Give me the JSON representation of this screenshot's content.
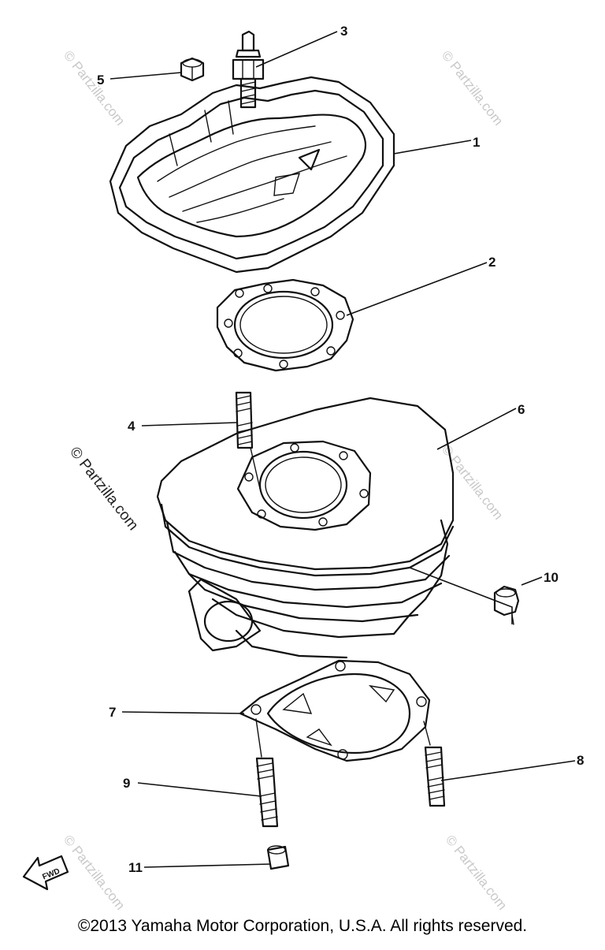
{
  "watermarks": [
    "© Partzilla.com",
    "© Partzilla.com",
    "© Partzilla.com",
    "© Partzilla.com",
    "© Partzilla.com",
    "© Partzilla.com"
  ],
  "parts": {
    "p1": "1",
    "p2": "2",
    "p3": "3",
    "p4": "4",
    "p5": "5",
    "p6": "6",
    "p7": "7",
    "p8": "8",
    "p9": "9",
    "p10": "10",
    "p11": "11"
  },
  "fwd_label": "FWD",
  "copyright": "©2013 Yamaha Motor Corporation, U.S.A. All rights reserved."
}
